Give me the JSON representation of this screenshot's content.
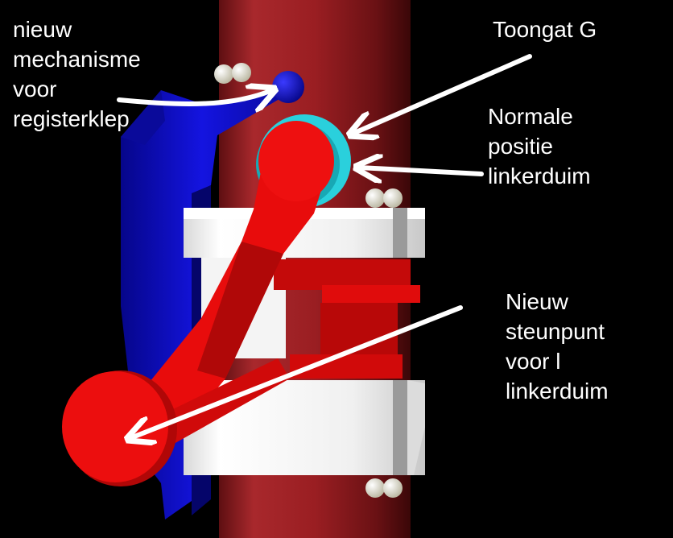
{
  "labels": {
    "mechanism": [
      "nieuw",
      "mechanisme",
      "voor",
      "registerklep"
    ],
    "tone_hole": [
      "Toongat G"
    ],
    "thumb_position": [
      "Normale",
      "positie",
      "linkerduim"
    ],
    "pivot": [
      "Nieuw",
      "steunpunt",
      "voor l",
      "linkerduim"
    ]
  },
  "colors": {
    "background": "#000000",
    "tube": "#9a1e22",
    "key_mechanism": "#1010d8",
    "thumb_lever": "#e80c0c",
    "tone_hole_ring": "#2ad0dc",
    "guide_blocks": "#f2f2f2",
    "arrows": "#ffffff"
  }
}
